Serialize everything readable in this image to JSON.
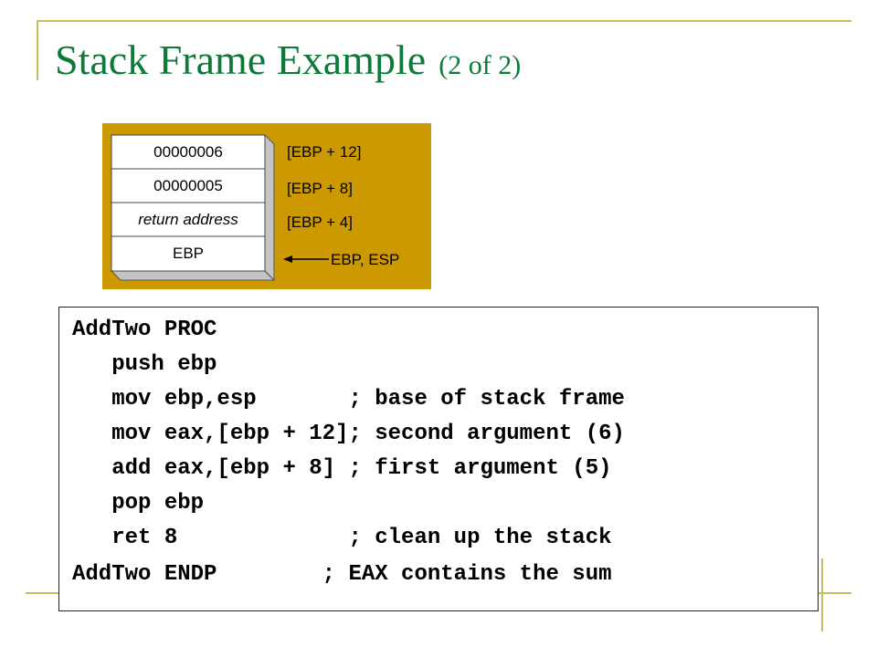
{
  "title": {
    "main": "Stack Frame Example",
    "sub": "(2 of 2)"
  },
  "stack": {
    "cells": [
      "00000006",
      "00000005",
      "return address",
      "EBP"
    ],
    "labels": [
      "[EBP + 12]",
      "[EBP + 8]",
      "[EBP + 4]"
    ],
    "pointer_label": "EBP, ESP"
  },
  "code": {
    "lines": [
      "AddTwo PROC",
      "   push ebp",
      "   mov ebp,esp       ; base of stack frame",
      "   mov eax,[ebp + 12]; second argument (6)",
      "   add eax,[ebp + 8] ; first argument (5)",
      "   pop ebp",
      "   ret 8             ; clean up the stack",
      "AddTwo ENDP        ; EAX contains the sum"
    ]
  },
  "colors": {
    "title": "#0d7a3a",
    "accent_rule": "#c9bd62",
    "diagram_background": "#cc9900",
    "cell_fill": "#ffffff",
    "cell_shadow": "#b8b8b8"
  }
}
